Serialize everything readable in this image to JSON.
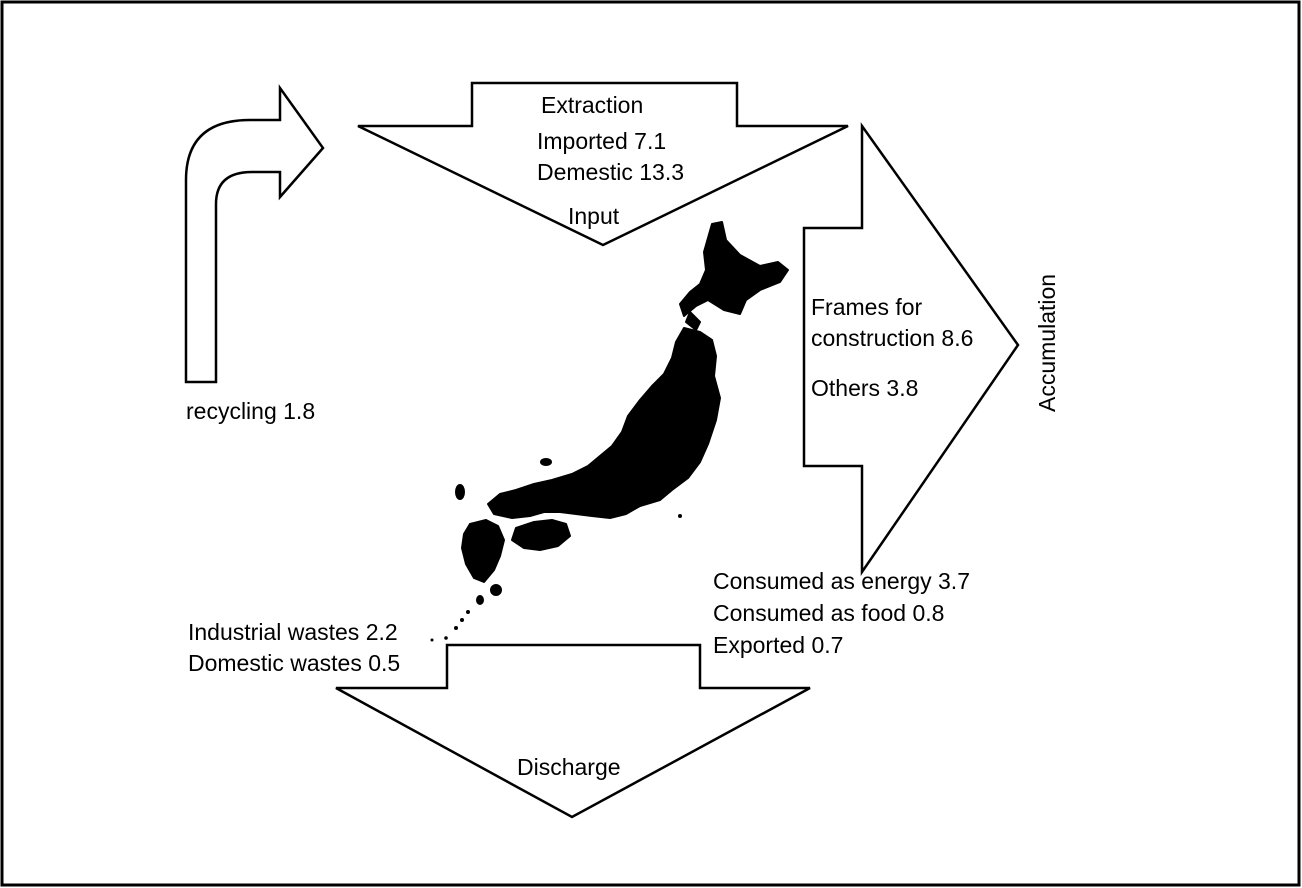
{
  "diagram": {
    "input_arrow": {
      "extraction_label": "Extraction",
      "imported_label": "Imported 7.1",
      "domestic_label": "Demestic 13.3",
      "input_label": "Input"
    },
    "recycling_arrow": {
      "label": "recycling 1.8"
    },
    "accumulation_arrow": {
      "title": "Accumulation",
      "frames_line1": "Frames for",
      "frames_line2": "construction 8.6",
      "others_label": "Others 3.8"
    },
    "discharge_arrow": {
      "title": "Discharge",
      "industrial_label": "Industrial wastes 2.2",
      "domestic_label": "Domestic wastes 0.5",
      "energy_label": "Consumed as energy 3.7",
      "food_label": "Consumed as food 0.8",
      "exported_label": "Exported 0.7"
    },
    "map": {
      "icon": "japan-map-silhouette"
    }
  }
}
